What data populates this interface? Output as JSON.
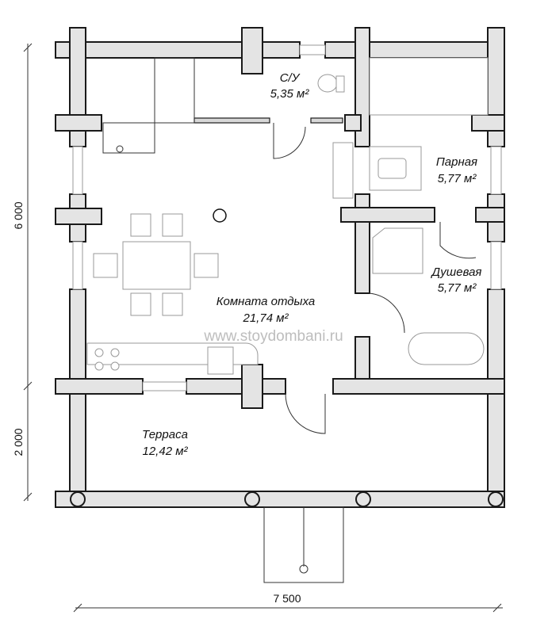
{
  "rooms": {
    "su": {
      "name": "С/У",
      "area": "5,35 м²"
    },
    "parnaya": {
      "name": "Парная",
      "area": "5,77 м²"
    },
    "dushevaya": {
      "name": "Душевая",
      "area": "5,77 м²"
    },
    "komnata": {
      "name": "Комната отдыха",
      "area": "21,74 м²"
    },
    "terrasa": {
      "name": "Терраса",
      "area": "12,42 м²"
    }
  },
  "dimensions": {
    "house_depth": "6 000",
    "terrace_depth": "2 000",
    "width": "7 500"
  },
  "watermark": "www.stoydombani.ru"
}
